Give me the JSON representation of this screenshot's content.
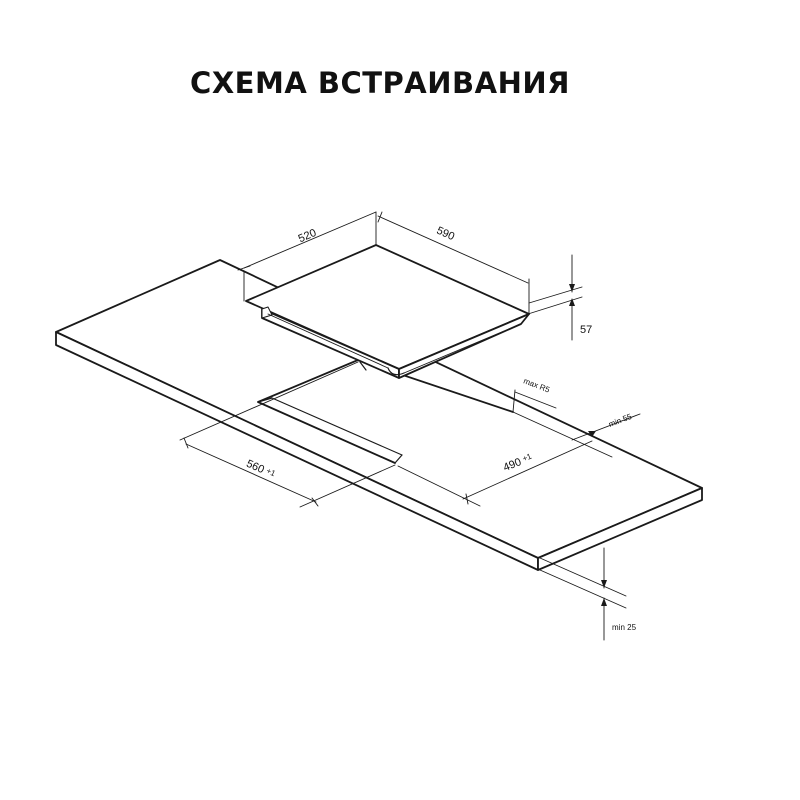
{
  "title": "СХЕМА ВСТРАИВАНИЯ",
  "dimensions": {
    "hob_depth": "520",
    "hob_width": "590",
    "hob_height": "57",
    "corner_radius": "max R5",
    "cutout_width_value": "560",
    "cutout_width_tol": "+1",
    "cutout_depth_value": "490",
    "cutout_depth_tol": "+1",
    "back_clearance": "min 55",
    "worktop_thickness": "min 25"
  },
  "colors": {
    "line": "#1a1a1a",
    "background": "#ffffff"
  }
}
